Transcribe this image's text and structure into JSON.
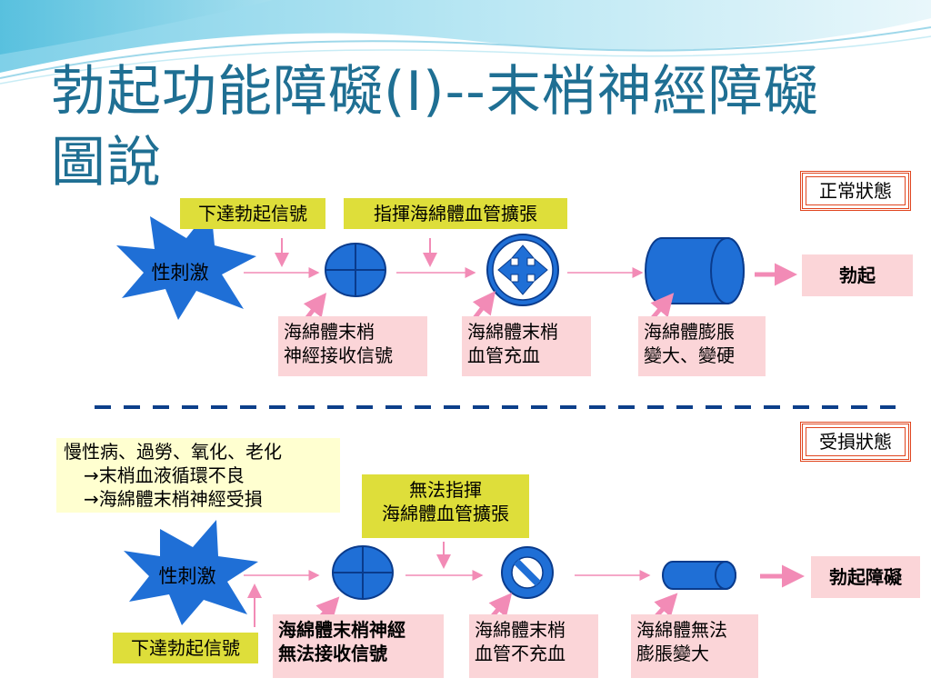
{
  "title": "勃起功能障礙(I)--末梢神經障礙圖說",
  "colors": {
    "title": "#1f6f93",
    "shape_blue": "#1f6fd6",
    "yellow_box": "#dede3a",
    "pink_box": "#fbd5d8",
    "state_border": "#e0441d",
    "arrow_pink": "#f28bb6"
  },
  "normal": {
    "state_label": "正常狀態",
    "stimulus": "性刺激",
    "signal_label": "下達勃起信號",
    "command_label": "指揮海綿體血管擴張",
    "step1": [
      "海綿體末梢",
      "神經接收信號"
    ],
    "step2": [
      "海綿體末梢",
      "血管充血"
    ],
    "step3": [
      "海綿體膨脹",
      "變大、變硬"
    ],
    "result": "勃起"
  },
  "impaired": {
    "state_label": "受損狀態",
    "causes": [
      "慢性病、過勞、氧化、老化",
      "→末梢血液循環不良",
      "→海綿體末梢神經受損"
    ],
    "stimulus": "性刺激",
    "command_label": [
      "無法指揮",
      "海綿體血管擴張"
    ],
    "signal_label": "下達勃起信號",
    "step1": [
      "海綿體末梢神經",
      "無法接收信號"
    ],
    "step2": [
      "海綿體末梢",
      "血管不充血"
    ],
    "step3": [
      "海綿體無法",
      "膨脹變大"
    ],
    "result": "勃起障礙"
  },
  "icons": {
    "stimulus": "starburst-icon",
    "nerve": "circle-cross-icon",
    "dilate": "four-way-arrow-icon",
    "expanded": "cylinder-icon",
    "blocked": "no-symbol-icon"
  }
}
